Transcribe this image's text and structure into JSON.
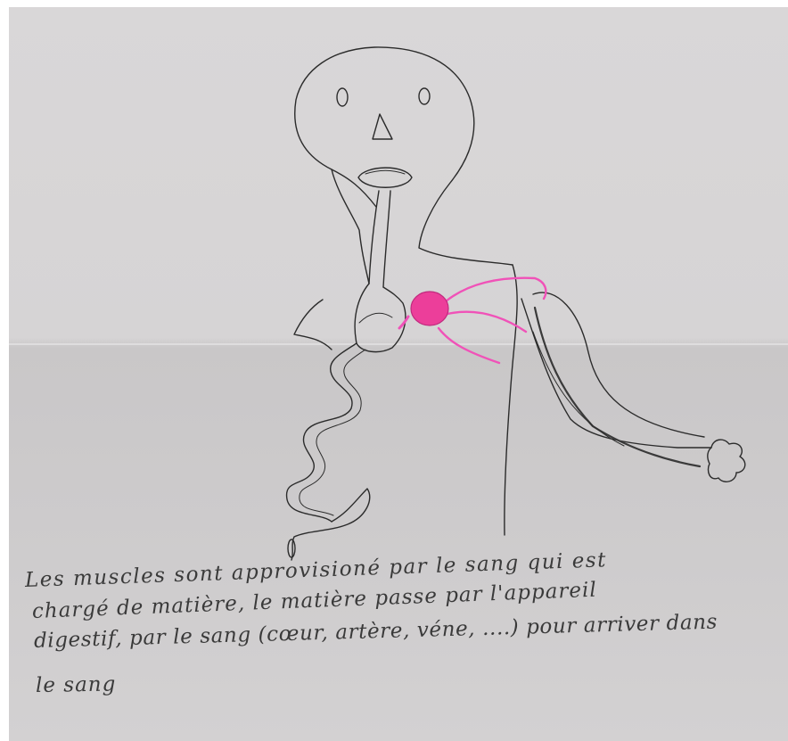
{
  "heading": "",
  "caption_lines": [
    "Les muscles sont approvisioné par le sang qui est",
    "chargé de matière, le matière passe par l'appareil",
    "digestif, par le sang (cœur, artère, véne, ....) pour arriver dans",
    "le sang"
  ],
  "colors": {
    "paper": "#d7d5d6",
    "pencil": "#2b2b2b",
    "heart": "#ec3e9a",
    "vessels": "#f052b8"
  },
  "figures": [
    "head",
    "face",
    "esophagus",
    "stomach",
    "intestine",
    "heart",
    "blood-vessels",
    "arm",
    "hand"
  ]
}
